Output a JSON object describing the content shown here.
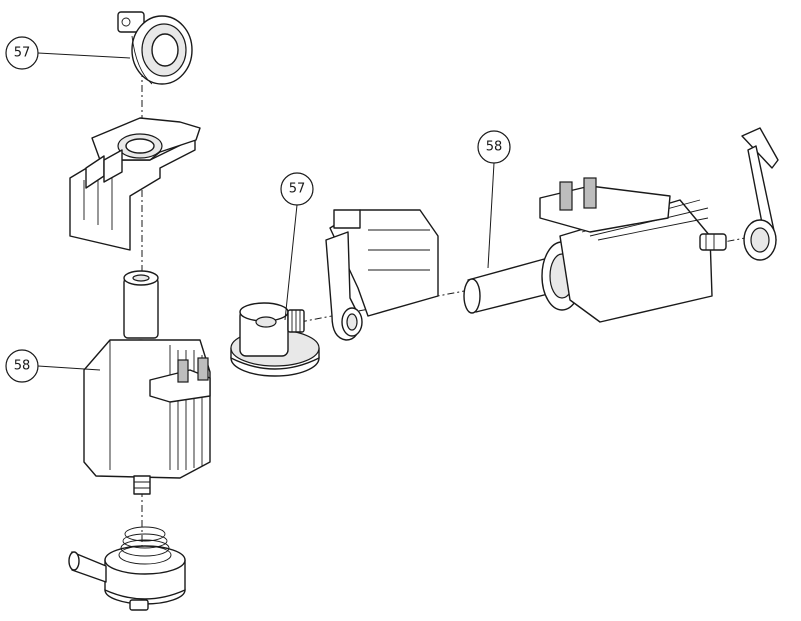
{
  "callouts": {
    "c1": "57",
    "c2": "58",
    "c3": "57",
    "c4": "58"
  },
  "colors": {
    "line": "#1a1a1a",
    "background": "#ffffff"
  }
}
